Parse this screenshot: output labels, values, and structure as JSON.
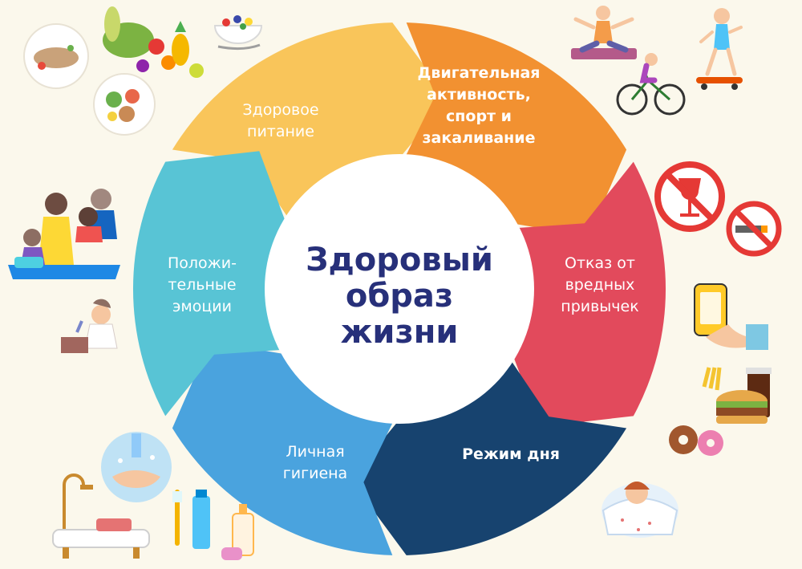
{
  "title": {
    "lines": [
      "Здоровый",
      "образ",
      "жизни"
    ],
    "color": "#27307a"
  },
  "segments": [
    {
      "id": "nutrition",
      "lines": [
        "Здоровое",
        "питание"
      ],
      "color": "#f9c55a",
      "bold": false
    },
    {
      "id": "activity",
      "lines": [
        "Двигательная",
        "активность,",
        "спорт и",
        "закаливание"
      ],
      "color": "#f29131",
      "bold": true
    },
    {
      "id": "habits",
      "lines": [
        "Отказ от",
        "вредных",
        "привычек"
      ],
      "color": "#e24a5c",
      "bold": false
    },
    {
      "id": "routine",
      "lines": [
        "Режим дня"
      ],
      "color": "#17436f",
      "bold": true
    },
    {
      "id": "hygiene",
      "lines": [
        "Личная",
        "гигиена"
      ],
      "color": "#4aa3de",
      "bold": false
    },
    {
      "id": "emotions",
      "lines": [
        "Положи-",
        "тельные",
        "эмоции"
      ],
      "color": "#58c4d5",
      "bold": false
    }
  ],
  "icons": [
    "healthy-food-icon",
    "fruit-bowl-icon",
    "yoga-icon",
    "skateboard-icon",
    "cyclist-icon",
    "no-alcohol-icon",
    "no-smoking-icon",
    "phone-hand-icon",
    "fast-food-icon",
    "family-icon",
    "child-playing-icon",
    "handwash-icon",
    "toothbrush-icon",
    "bathroom-icon",
    "sleeping-girl-icon"
  ]
}
